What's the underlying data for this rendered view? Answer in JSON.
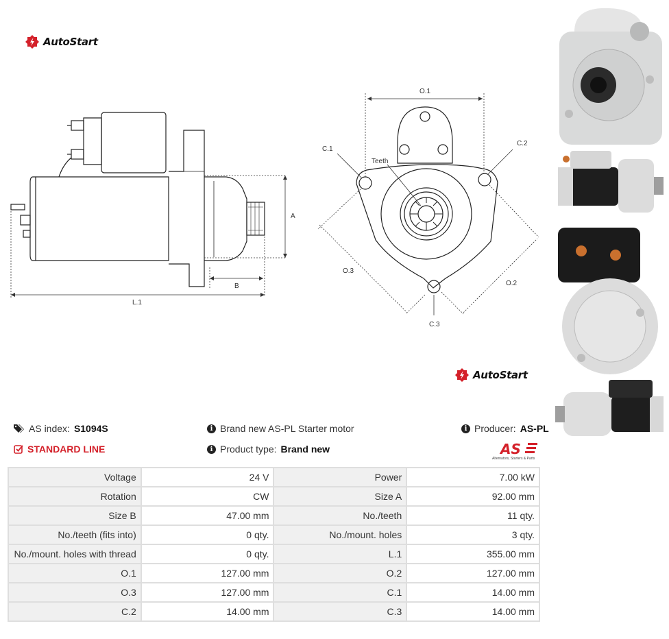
{
  "brand": {
    "name": "AutoStart"
  },
  "diagram": {
    "labels": {
      "a": "A",
      "b": "B",
      "l1": "L.1",
      "o1": "O.1",
      "o2": "O.2",
      "o3": "O.3",
      "c1": "C.1",
      "c2": "C.2",
      "c3": "C.3",
      "teeth": "Teeth"
    }
  },
  "product": {
    "index_label": "AS index:",
    "index_value": "S1094S",
    "line": "STANDARD LINE",
    "description": "Brand new AS-PL Starter motor",
    "type_label": "Product type:",
    "type_value": "Brand new",
    "producer_label": "Producer:",
    "producer_value": "AS-PL",
    "logo_text": "AS",
    "logo_tagline": "Alternators, Starters & Parts"
  },
  "specs": [
    [
      "Voltage",
      "24 V",
      "Power",
      "7.00 kW"
    ],
    [
      "Rotation",
      "CW",
      "Size A",
      "92.00 mm"
    ],
    [
      "Size B",
      "47.00 mm",
      "No./teeth",
      "11 qty."
    ],
    [
      "No./teeth (fits into)",
      "0 qty.",
      "No./mount. holes",
      "3 qty."
    ],
    [
      "No./mount. holes with thread",
      "0 qty.",
      "L.1",
      "355.00 mm"
    ],
    [
      "O.1",
      "127.00 mm",
      "O.2",
      "127.00 mm"
    ],
    [
      "O.3",
      "127.00 mm",
      "C.1",
      "14.00 mm"
    ],
    [
      "C.2",
      "14.00 mm",
      "C.3",
      "14.00 mm"
    ]
  ],
  "colors": {
    "accent_red": "#d4212a",
    "table_border": "#dedede",
    "label_bg": "#f0f0f0"
  }
}
